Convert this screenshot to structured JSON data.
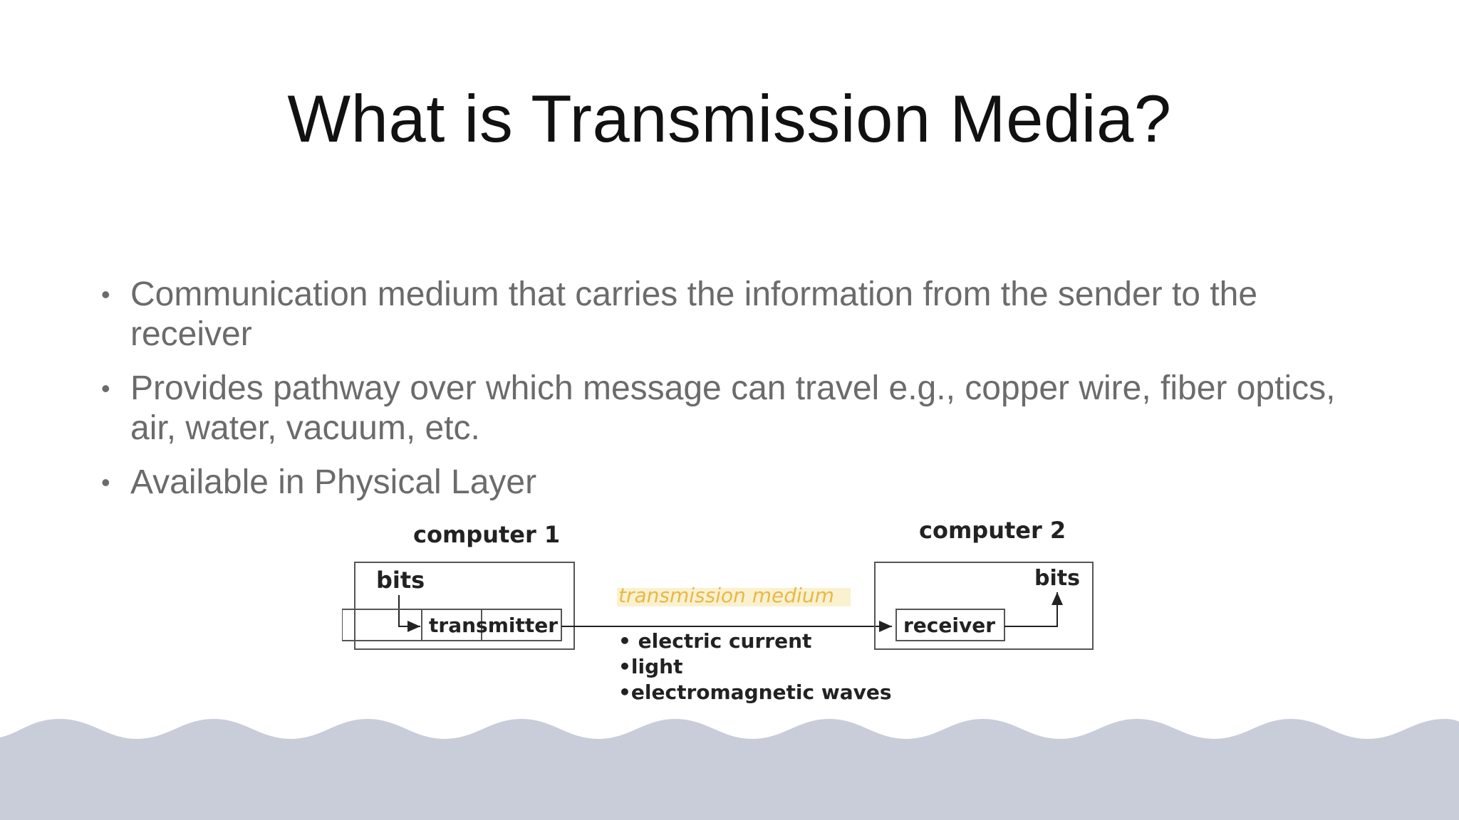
{
  "slide": {
    "title": "What is Transmission Media?",
    "bullets": [
      "Communication medium that carries the information from the sender to the receiver",
      "Provides pathway over which message can travel e.g., copper wire, fiber optics, air, water, vacuum, etc.",
      "Available in Physical Layer"
    ]
  },
  "diagram": {
    "computer1_label": "computer 1",
    "computer2_label": "computer 2",
    "bits_left": "bits",
    "bits_right": "bits",
    "transmitter_label": "transmitter",
    "receiver_label": "receiver",
    "medium_label": "transmission medium",
    "medium_examples": [
      "• electric current",
      "•light",
      "•electromagnetic waves"
    ]
  },
  "colors": {
    "title": "#111111",
    "bullet_text": "#6b6b6b",
    "medium_label": "#e8b84a",
    "wave": "#c9cdda"
  }
}
